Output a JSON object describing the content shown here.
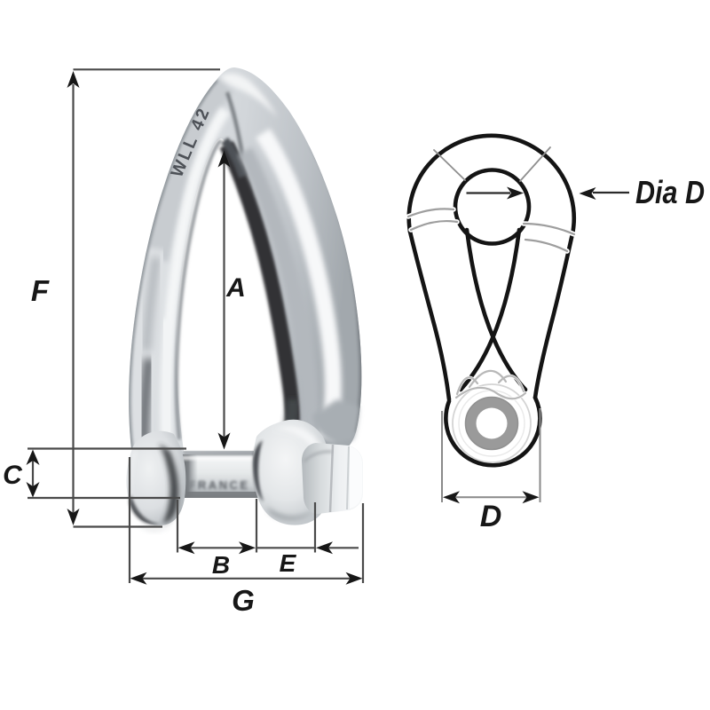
{
  "figure": {
    "left_view": {
      "dimension_labels": {
        "F": "F",
        "A": "A",
        "C": "C",
        "B": "B",
        "E": "E",
        "G": "G"
      },
      "bow_stamp": "WLL 42",
      "pin_stamp": "FRANCE"
    },
    "right_view": {
      "dia_label": "Dia D",
      "d_label": "D"
    }
  },
  "colors": {
    "background": "#ffffff",
    "dimension_line": "#4a4a4a",
    "extension_line_right_view": "#8a8a8a",
    "arrow_and_text": "#171717",
    "drawing_outline": "#141414",
    "twist_mark_gray": "#9e9e9e",
    "boss_ring_gray": "#989898",
    "metal_highlight": "#f6f7f8",
    "metal_midtone": "#c7cbcf",
    "metal_shadow": "#3a3d40"
  }
}
